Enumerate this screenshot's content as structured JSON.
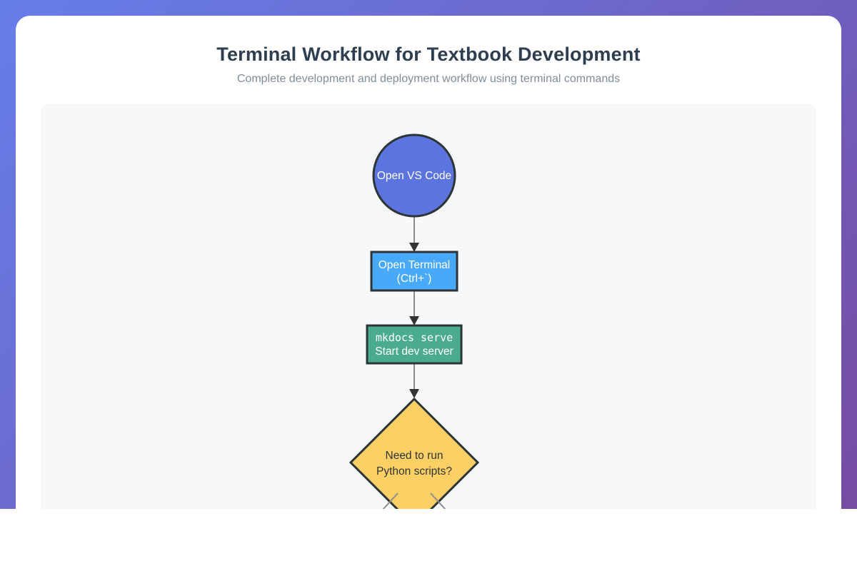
{
  "page": {
    "title": "Terminal Workflow for Textbook Development",
    "subtitle": "Complete development and deployment workflow using terminal commands"
  },
  "colors": {
    "background_gradient_start": "#667eea",
    "background_gradient_end": "#764ba2",
    "card_background": "#ffffff",
    "panel_background": "#f7f8fa",
    "title_text": "#2c3e50",
    "subtitle_text": "#7f8c9a"
  },
  "flowchart": {
    "edge_color": "#8c8c8c",
    "arrow_color": "#333333",
    "node_border_color": "#2d3436",
    "nodes": [
      {
        "id": "open-vs-code",
        "shape": "circle",
        "label": "Open VS Code",
        "fill": "#5b74e0",
        "text_color": "#ffffff"
      },
      {
        "id": "open-terminal",
        "shape": "rectangle",
        "lines": [
          "Open Terminal",
          "(Ctrl+`)"
        ],
        "fill": "#47a9f7",
        "text_color": "#ffffff"
      },
      {
        "id": "mkdocs-serve",
        "shape": "rectangle",
        "lines": [
          "mkdocs serve",
          "Start dev server"
        ],
        "fill": "#4aab8e",
        "text_color": "#ffffff"
      },
      {
        "id": "python-decision",
        "shape": "diamond",
        "lines": [
          "Need to run",
          "Python scripts?"
        ],
        "fill": "#fdd066",
        "text_color": "#2d3436"
      }
    ]
  }
}
